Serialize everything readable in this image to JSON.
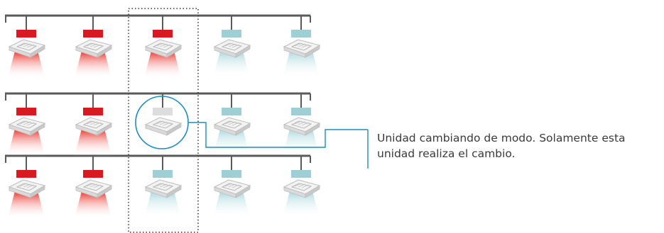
{
  "colors": {
    "heat": "#d71920",
    "cool": "#9ecfd4",
    "idle": "#dddddd",
    "pipe": "#5a5a5a",
    "callout": "#1c8cc4",
    "dotted": "#333333"
  },
  "rows": [
    {
      "units": [
        "heat",
        "heat",
        "heat",
        "cool",
        "cool"
      ]
    },
    {
      "units": [
        "heat",
        "heat",
        "idle",
        "cool",
        "cool"
      ]
    },
    {
      "units": [
        "heat",
        "heat",
        "cool",
        "cool",
        "cool"
      ]
    }
  ],
  "callout": {
    "text": "Unidad cambiando de modo. Solamente esta unidad realiza el cambio."
  }
}
